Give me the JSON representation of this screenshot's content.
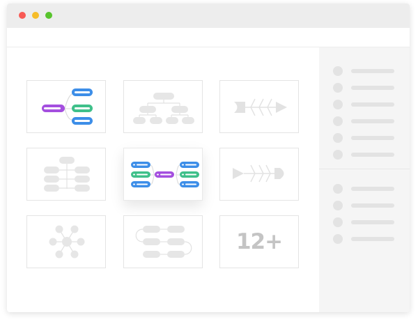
{
  "window": {
    "controls": [
      "close",
      "minimize",
      "maximize"
    ],
    "colors": {
      "close": "#f85a55",
      "minimize": "#f6bd2a",
      "maximize": "#58c42d"
    }
  },
  "templates": [
    {
      "id": "mind-map-right",
      "icon": "mind-map-icon",
      "active": false
    },
    {
      "id": "org-chart",
      "icon": "org-chart-icon",
      "active": false
    },
    {
      "id": "fishbone-left",
      "icon": "fishbone-left-icon",
      "active": false
    },
    {
      "id": "tree-chart",
      "icon": "tree-chart-icon",
      "active": false
    },
    {
      "id": "logic-chart",
      "icon": "logic-chart-icon",
      "active": true
    },
    {
      "id": "fishbone-right",
      "icon": "fishbone-right-icon",
      "active": false
    },
    {
      "id": "bubble-map",
      "icon": "bubble-map-icon",
      "active": false
    },
    {
      "id": "timeline",
      "icon": "timeline-icon",
      "active": false
    },
    {
      "id": "more",
      "icon": "none",
      "active": false
    }
  ],
  "more_templates_label": "12+",
  "accent_colors": {
    "purple": "#a44fdf",
    "blue": "#3d8ee8",
    "green": "#3fc08a",
    "placeholder": "#e6e6e6"
  }
}
